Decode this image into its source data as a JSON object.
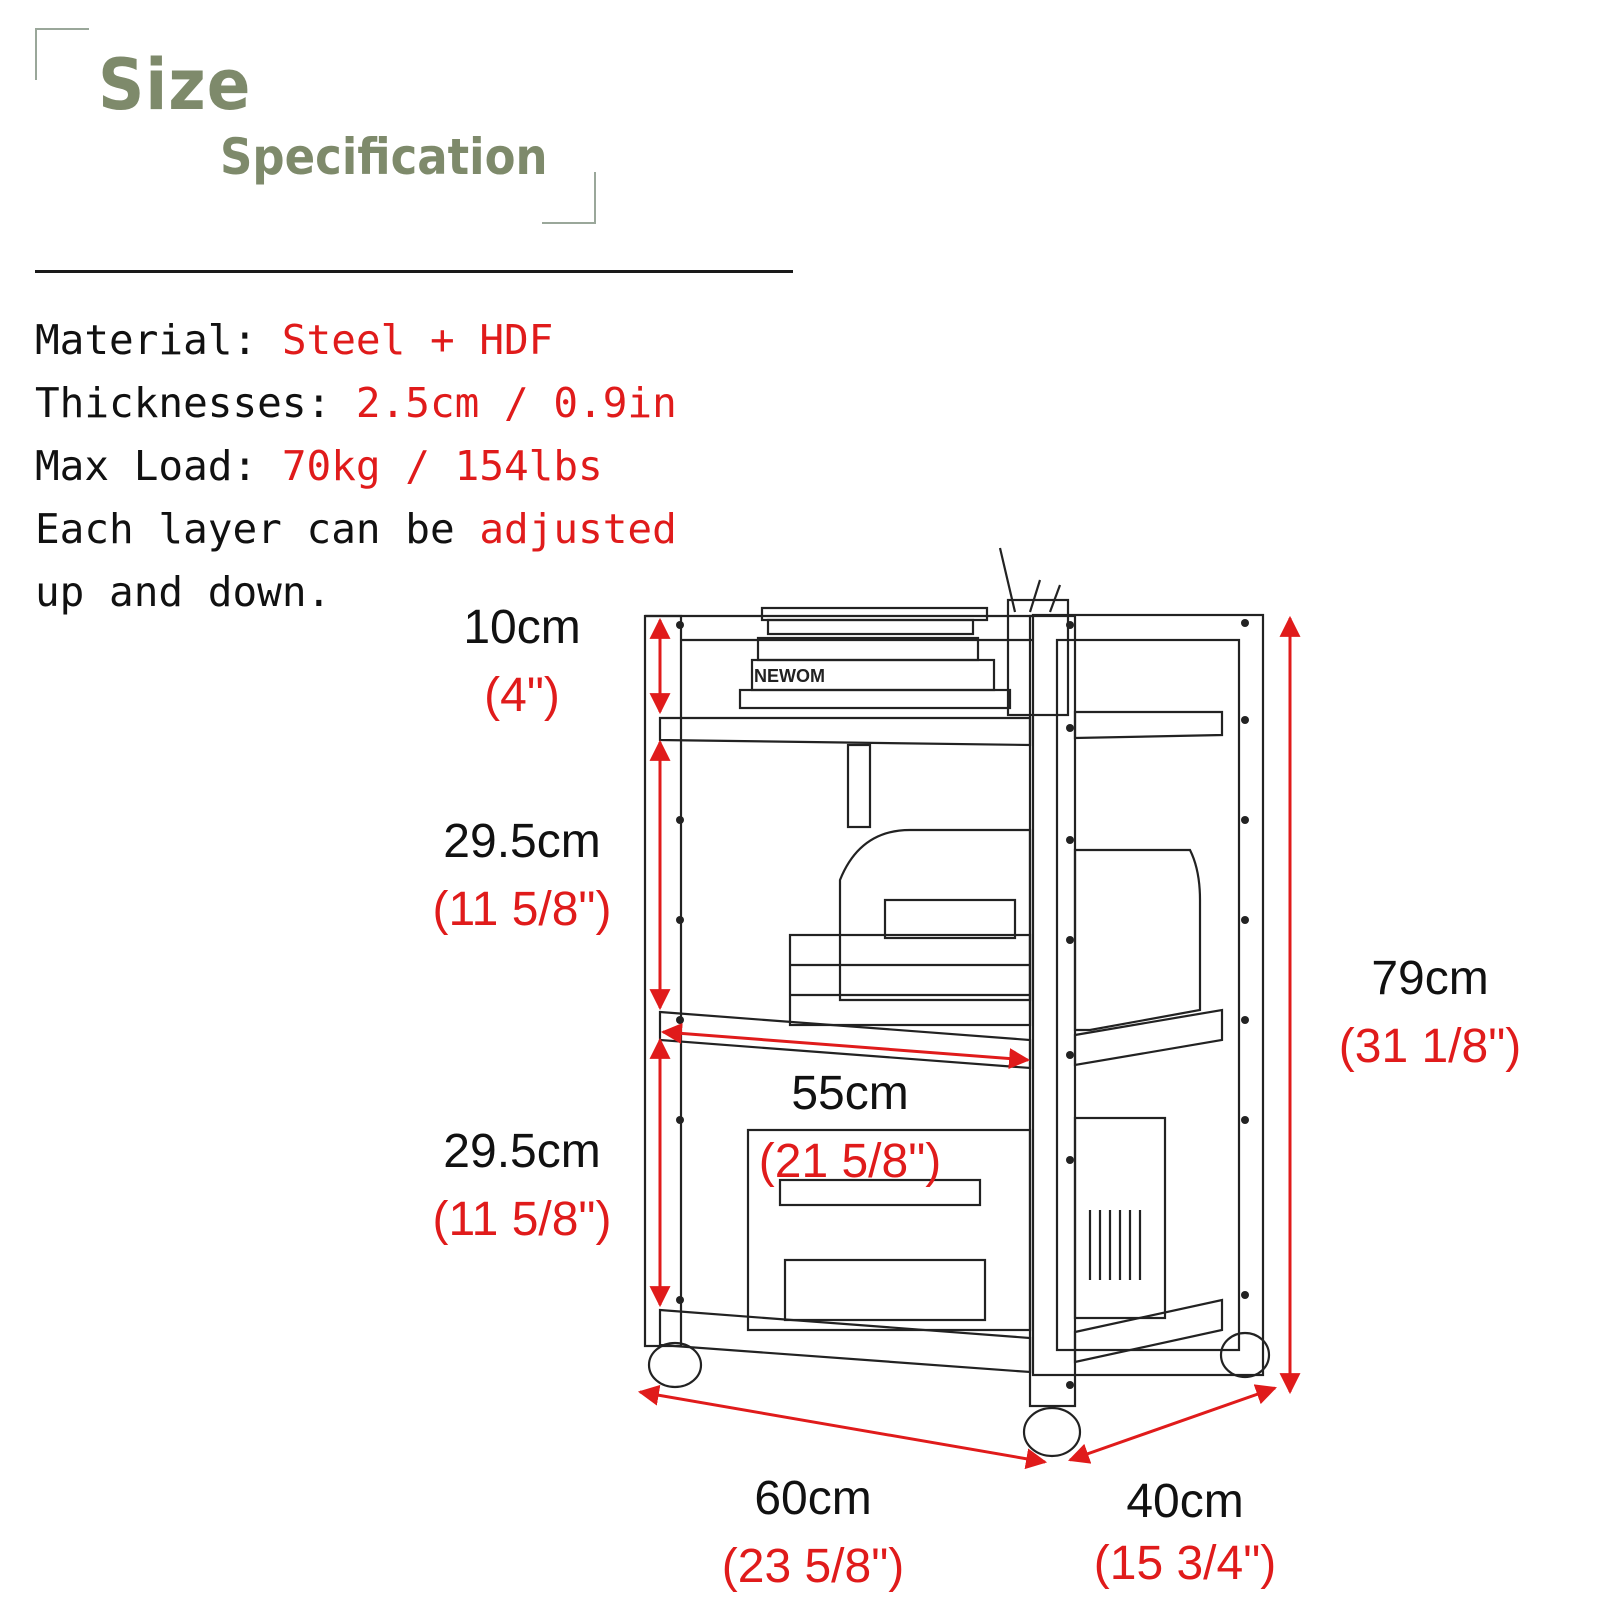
{
  "header": {
    "title_line1": "Size",
    "title_line2": "Specification"
  },
  "specs": {
    "material_label": "Material: ",
    "material_value": "Steel + HDF",
    "thickness_label": "Thicknesses: ",
    "thickness_value": "2.5cm / 0.9in",
    "load_label": "Max Load: ",
    "load_value": "70kg / 154lbs",
    "adjust_pre": "Each layer can be ",
    "adjust_value": "adjusted",
    "adjust_post": "up and down."
  },
  "dimensions": {
    "top_gap": {
      "cm": "10cm",
      "in": "(4\")"
    },
    "middle_gap": {
      "cm": "29.5cm",
      "in": "(11 5/8\")"
    },
    "bottom_gap": {
      "cm": "29.5cm",
      "in": "(11 5/8\")"
    },
    "shelf_width": {
      "cm": "55cm",
      "in": "(21 5/8\")"
    },
    "height": {
      "cm": "79cm",
      "in": "(31 1/8\")"
    },
    "length": {
      "cm": "60cm",
      "in": "(23 5/8\")"
    },
    "depth": {
      "cm": "40cm",
      "in": "(15 3/4\")"
    }
  },
  "book_spine_text": "NEWOM",
  "colors": {
    "title": "#7e8a6b",
    "accent_red": "#e01b1b",
    "text": "#111111",
    "frame_line": "#222222"
  }
}
